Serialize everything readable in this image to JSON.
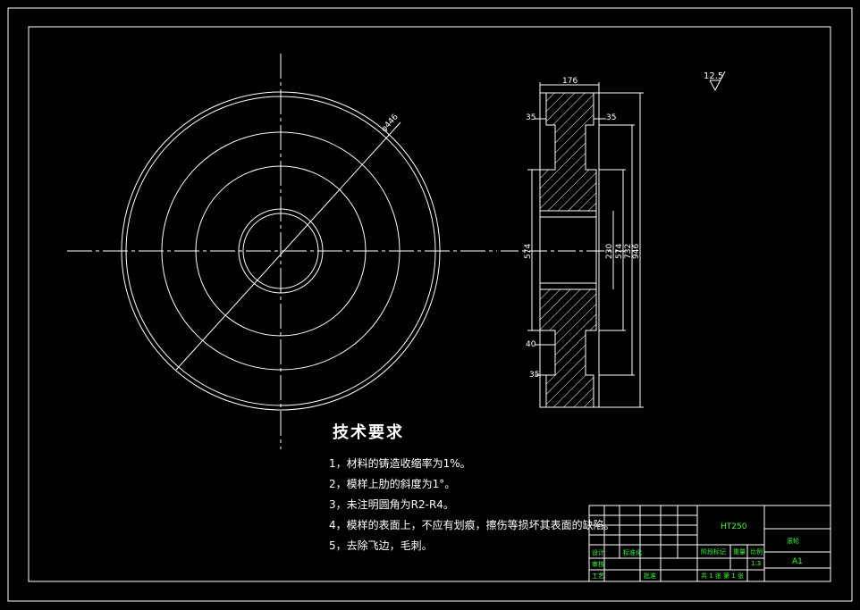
{
  "dimensions": {
    "roughness": "12.5",
    "outer_diameter_label": "φ446",
    "top_width": "176",
    "flange_top_left": "35",
    "flange_top_right": "35",
    "flange_bottom_left": "35",
    "web_left": "40",
    "bore_574": "574",
    "d230": "230",
    "d574": "574",
    "d732": "732",
    "d946": "946"
  },
  "requirements": {
    "title": "技术要求",
    "items": [
      "1，材料的铸造收缩率为1%。",
      "2，模样上肋的斜度为1°。",
      "3，未注明圆角为R2-R4。",
      "4，模样的表面上，不应有划痕，擦伤等损坏其表面的缺陷。",
      "5，去除飞边，毛刺。"
    ]
  },
  "title_block": {
    "material": "HT250",
    "scale": "1:3",
    "sheet": "A1",
    "part_name": "滚轮",
    "ratio_label": "比例",
    "weight_label": "重量",
    "stage_label": "阶段标记",
    "designer_label": "设计",
    "check_label": "审核",
    "process_label": "工艺",
    "approve_label": "批准",
    "standard_label": "标准化",
    "sheet_info": "共 1 张 第 1 张"
  },
  "colors": {
    "background": "#000000",
    "line": "#ffffff",
    "title_block_text": "#33ff33"
  }
}
